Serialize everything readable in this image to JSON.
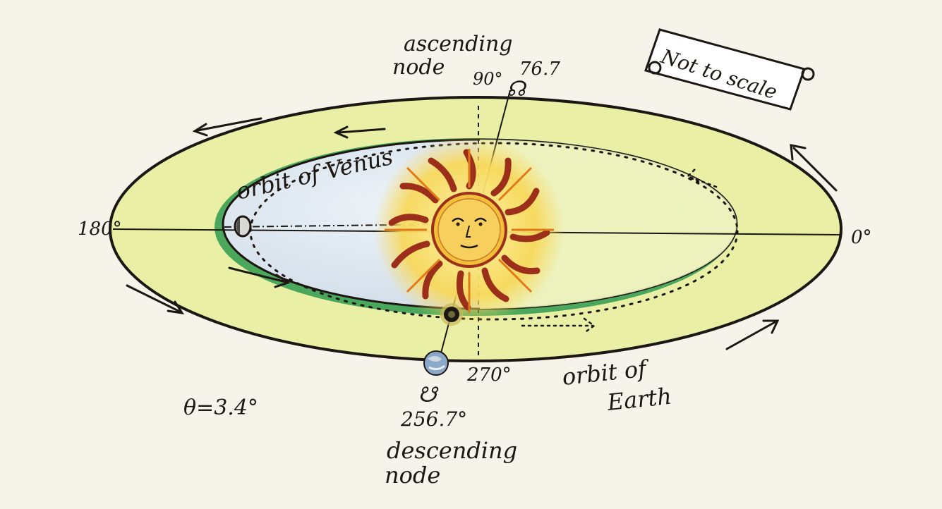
{
  "labels": {
    "ascending_line1": "ascending",
    "ascending_line2": "node",
    "deg_90": "90°",
    "asc_value": "76.7",
    "asc_symbol": "☊",
    "not_to_scale": "Not to scale",
    "orbit_venus": "orbit of Venus",
    "deg_180": "180°",
    "deg_0": "0°",
    "theta": "θ=3.4°",
    "deg_270": "270°",
    "desc_symbol": "☋",
    "desc_value": "256.7°",
    "descending_line1": "descending",
    "descending_line2": "node",
    "orbit_earth_line1": "orbit of",
    "orbit_earth_line2": "Earth"
  },
  "colors": {
    "paper": "#f6f3ea",
    "earth_orbit_fill": "#e9f0a6",
    "venus_orbit_fill": "#dfe9f1",
    "venus_shadow": "#2f9a4f",
    "sun_body": "#f3bf3a",
    "sun_rays": "#9c2f1a",
    "ink": "#1c1712"
  },
  "icons": {
    "sun": "sun-face-icon",
    "venus": "venus-planet-icon",
    "earth": "earth-planet-icon"
  }
}
